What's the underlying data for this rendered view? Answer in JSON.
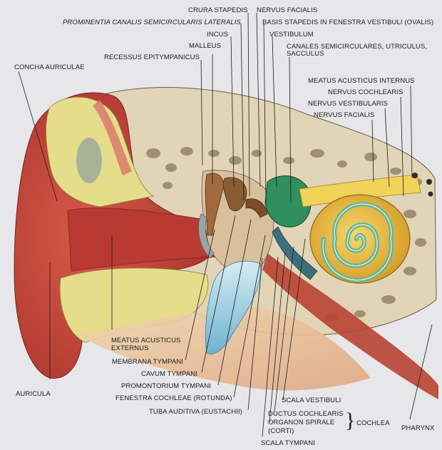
{
  "labels": {
    "crura_stapedis": "CRURA STAPEDIS",
    "nervus_facialis_top": "NERVUS FACIALIS",
    "prominentia": "PROMINENTIA CANALIS SEMICIRCULARIS LATERALIS",
    "basis_stapedis": "BASIS STAPEDIS IN FENESTRA VESTIBULI (OVALIS)",
    "incus": "INCUS",
    "vestibulum": "VESTIBULUM",
    "malleus": "MALLEUS",
    "canales_1": "CANALES SEMICIRCULARES, UTRICULUS,",
    "canales_2": "SACCULUS",
    "recessus": "RECESSUS EPITYMPANICUS",
    "concha": "CONCHA AURICULAE",
    "meatus_internus": "MEATUS ACUSTICUS INTERNUS",
    "nervus_cochlearis": "NERVUS COCHLEARIS",
    "nervus_vestibularis": "NERVUS VESTIBULARIS",
    "nervus_facialis_right": "NERVUS FACIALIS",
    "meatus_externus_1": "MEATUS ACUSTICUS",
    "meatus_externus_2": "EXTERNUS",
    "membrana": "MEMBRANA TYMPANI",
    "cavum": "CAVUM TYMPANI",
    "auricula": "AURICULA",
    "promontorium": "PROMONTORIUM TYMPANI",
    "fenestra": "FENESTRA COCHLEAE (ROTUNDA)",
    "scala_vestibuli": "SCALA VESTIBULI",
    "tuba": "TUBA AUDITIVA (EUSTACHII)",
    "ductus": "DUCTUS COCHLEARIS",
    "organon_1": "ORGANON SPIRALE",
    "organon_2": "(CORTI)",
    "cochlea": "COCHLEA",
    "pharynx": "PHARYNX",
    "scala_tympani": "SCALA TYMPANI"
  },
  "colors": {
    "background": "#e7e7ea",
    "skin": "#c8473a",
    "cartilage": "#e6dd8a",
    "bone": "#e2d4b6",
    "cochlea": "#e8b838",
    "vestibule": "#2f8f5e",
    "nerve": "#f1d35a",
    "teal": "#5bb6a8",
    "tube": "#9fd0e2"
  }
}
